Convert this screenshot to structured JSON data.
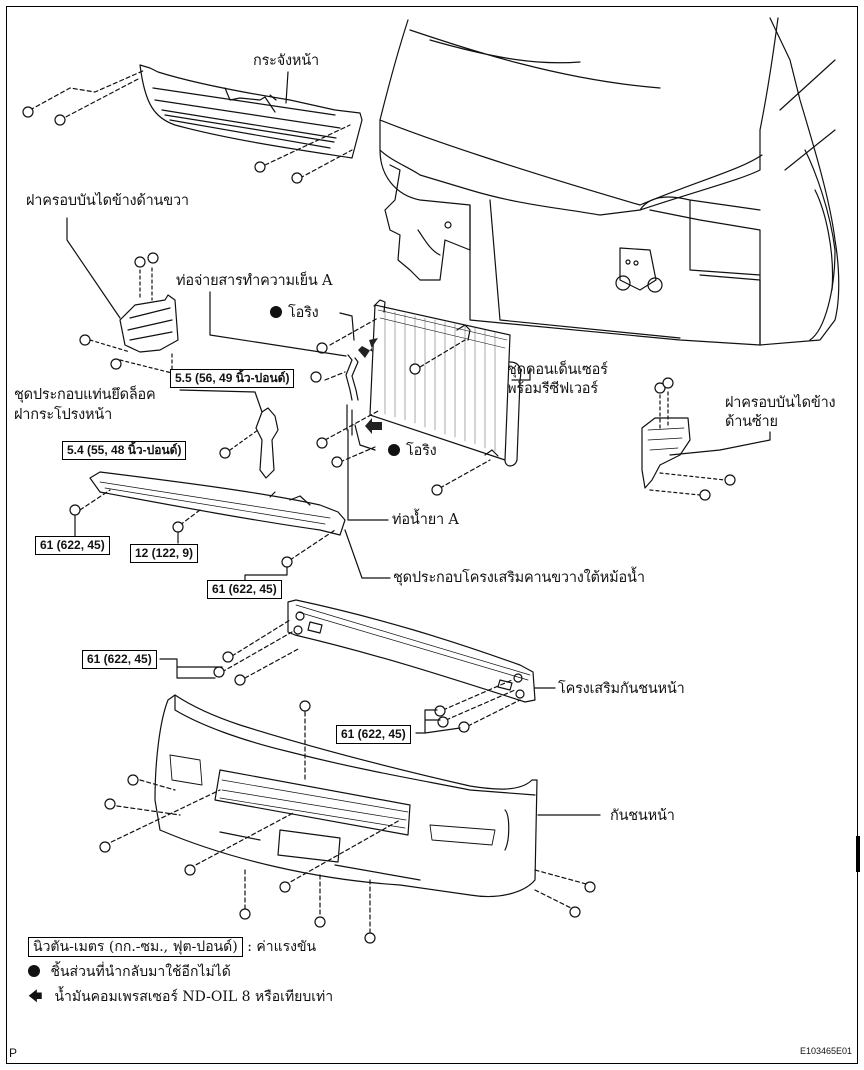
{
  "diagram": {
    "type": "exploded parts diagram",
    "subject": "Front bumper, radiator grille and A/C condenser removal",
    "code": "E103465E01",
    "corner_mark": "P"
  },
  "labels": {
    "front_grille": "กระจังหน้า",
    "right_step_cover": "ฝาครอบบันไดข้างด้านขวา",
    "discharge_hose": "ท่อจ่ายสารทำความเย็น A",
    "o_ring_top": "โอริง",
    "o_ring_bottom": "โอริง",
    "condenser_line1": "ชุดคอนเด็นเซอร์",
    "condenser_line2": "พร้อมรีซีฟเวอร์",
    "hood_lock_support_line1": "ชุดประกอบแท่นยึดล็อค",
    "hood_lock_support_line2": "ฝากระโปรงหน้า",
    "left_step_cover_line1": "ฝาครอบบันไดข้าง",
    "left_step_cover_line2": "ด้านซ้าย",
    "liquid_tube": "ท่อน้ำยา A",
    "radiator_lower_support": "ชุดประกอบโครงเสริมคานขวางใต้หม้อน้ำ",
    "bumper_reinforcement": "โครงเสริมกันชนหน้า",
    "front_bumper": "กันชนหน้า"
  },
  "torques": [
    {
      "id": "cooler-tube-bolt",
      "value": "5.5 (56, 49 นิ้ว-ปอนด์)"
    },
    {
      "id": "hood-lock-support-bolt",
      "value": "5.4 (55, 48 นิ้ว-ปอนด์)"
    },
    {
      "id": "lower-support-left-bolt",
      "value": "61 (622, 45)"
    },
    {
      "id": "lower-support-center-bolt",
      "value": "12 (122, 9)"
    },
    {
      "id": "lower-support-right-bolt",
      "value": "61 (622, 45)"
    },
    {
      "id": "reinforcement-left-bolts",
      "value": "61 (622, 45)"
    },
    {
      "id": "reinforcement-right-bolts",
      "value": "61 (622, 45)"
    }
  ],
  "legend": {
    "torque_unit": "นิวตัน-เมตร (กก.-ซม., ฟุต-ปอนด์)",
    "torque_desc": ": ค่าแรงขัน",
    "non_reusable": "ชิ้นส่วนที่นำกลับมาใช้อีกไม่ได้",
    "compressor_oil": "น้ำมันคอมเพรสเซอร์  ND-OIL 8 หรือเทียบเท่า",
    "icons": {
      "non_reusable": "filled-circle-icon",
      "compressor_oil": "left-arrow-icon"
    }
  }
}
